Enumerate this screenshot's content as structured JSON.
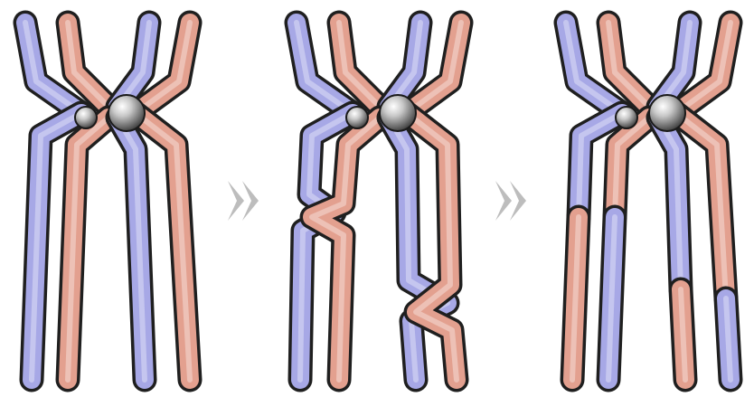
{
  "diagram": {
    "panels": [
      {
        "stage": "before-crossover",
        "chromatids": [
          "blue",
          "salmon",
          "blue",
          "salmon"
        ]
      },
      {
        "stage": "crossing-over",
        "chromatids": [
          "blue",
          "salmon",
          "blue",
          "salmon"
        ]
      },
      {
        "stage": "after-crossover",
        "chromatids": [
          "blue",
          "salmon",
          "blue",
          "salmon"
        ]
      }
    ],
    "arrows": [
      {
        "icon": "double-chevron-arrow-icon"
      },
      {
        "icon": "double-chevron-arrow-icon"
      }
    ]
  },
  "colors": {
    "blue_chromatid": "#a7a8e6",
    "salmon_chromatid": "#e3a08f",
    "outline": "#1f1f1f",
    "centromere": "#a8a8a8",
    "arrow": "#bdbdbd"
  }
}
